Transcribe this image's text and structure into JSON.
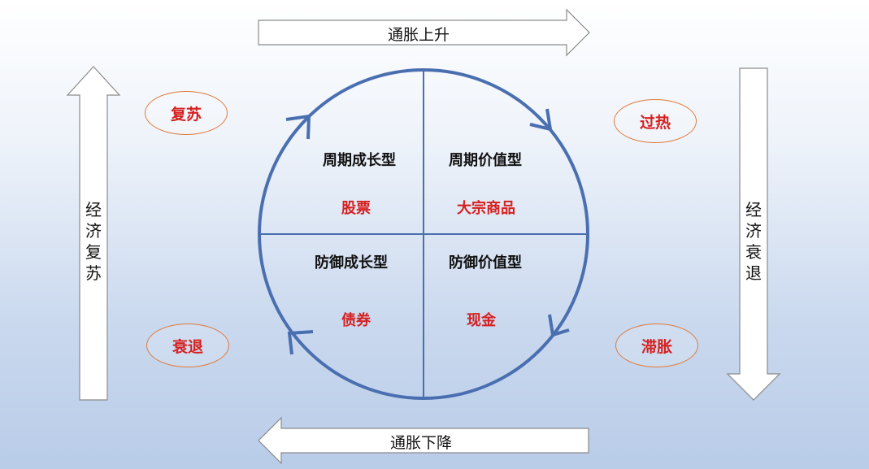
{
  "arrows": {
    "top": "通胀上升",
    "bottom": "通胀下降",
    "left": "经济复苏",
    "right": "经济衰退"
  },
  "phases": {
    "top_left": "复苏",
    "top_right": "过热",
    "bottom_left": "衰退",
    "bottom_right": "滞胀"
  },
  "quadrants": {
    "top_left": {
      "style": "周期成长型",
      "asset": "股票"
    },
    "top_right": {
      "style": "周期价值型",
      "asset": "大宗商品"
    },
    "bottom_left": {
      "style": "防御成长型",
      "asset": "债券"
    },
    "bottom_right": {
      "style": "防御价值型",
      "asset": "现金"
    }
  },
  "colors": {
    "circle": "#4a6fb0",
    "asset_text": "#d62020",
    "oval_border": "#e07a3a"
  }
}
